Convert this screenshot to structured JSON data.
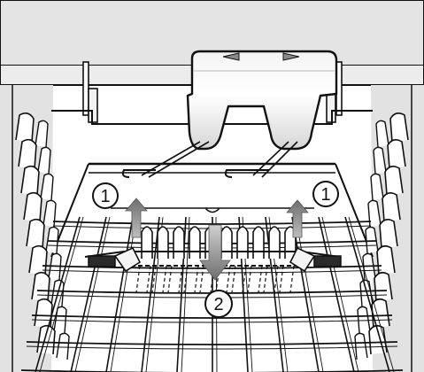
{
  "figure": {
    "callouts": [
      {
        "label": "1"
      },
      {
        "label": "1"
      },
      {
        "label": "2"
      }
    ],
    "colors": {
      "outline": "#111111",
      "panel_gray": "#e2e2e2",
      "light_gray": "#f0f0f0",
      "arrow_gray": "#8a8a8a",
      "clip_dark": "#2a2a2a"
    }
  }
}
